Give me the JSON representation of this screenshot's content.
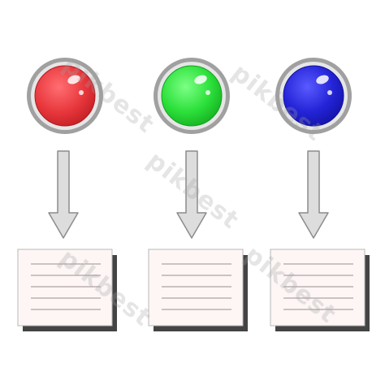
{
  "diagram": {
    "columns": [
      {
        "button_color": "#e8383d",
        "button_color_dark": "#c41f25",
        "button_name": "red-button"
      },
      {
        "button_color": "#2ce03a",
        "button_color_dark": "#16b223",
        "button_name": "green-button"
      },
      {
        "button_color": "#2424d8",
        "button_color_dark": "#1414a8",
        "button_name": "blue-button"
      }
    ],
    "ring_color": "#9e9e9e",
    "arrow_color": "#dddddd",
    "arrow_stroke": "#8c8c8c",
    "card_color": "#fdf6f5",
    "card_shadow": "#444444",
    "line_color": "#9a8f8f"
  },
  "watermark": {
    "text": "pikbest"
  }
}
